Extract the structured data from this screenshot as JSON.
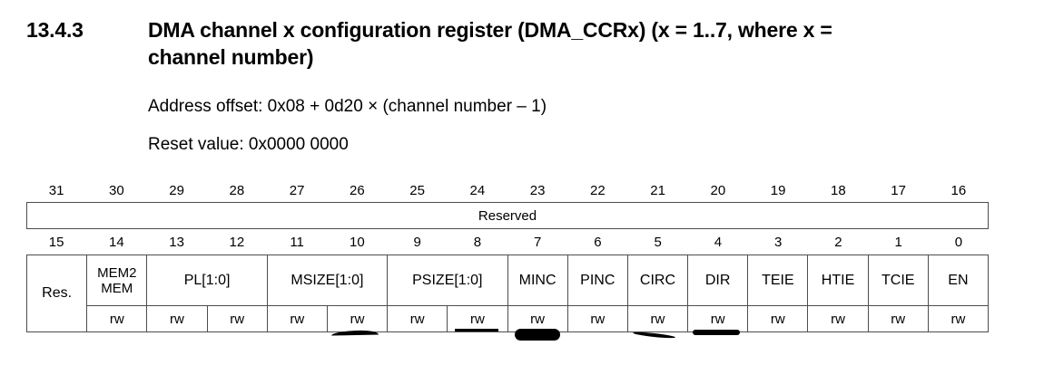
{
  "section": {
    "number": "13.4.3",
    "title": "DMA channel x configuration register (DMA_CCRx) (x = 1..7, where x = channel number)"
  },
  "details": {
    "address_offset": "Address offset: 0x08 + 0d20 × (channel number – 1)",
    "reset_value": "Reset value: 0x0000 0000"
  },
  "register": {
    "high_bits": [
      "31",
      "30",
      "29",
      "28",
      "27",
      "26",
      "25",
      "24",
      "23",
      "22",
      "21",
      "20",
      "19",
      "18",
      "17",
      "16"
    ],
    "low_bits": [
      "15",
      "14",
      "13",
      "12",
      "11",
      "10",
      "9",
      "8",
      "7",
      "6",
      "5",
      "4",
      "3",
      "2",
      "1",
      "0"
    ],
    "reserved_label": "Reserved",
    "fields": [
      {
        "name": "Res.",
        "span": 1,
        "access": []
      },
      {
        "name": "MEM2 MEM",
        "span": 1,
        "access": [
          "rw"
        ]
      },
      {
        "name": "PL[1:0]",
        "span": 2,
        "access": [
          "rw",
          "rw"
        ]
      },
      {
        "name": "MSIZE[1:0]",
        "span": 2,
        "access": [
          "rw",
          "rw"
        ]
      },
      {
        "name": "PSIZE[1:0]",
        "span": 2,
        "access": [
          "rw",
          "rw"
        ]
      },
      {
        "name": "MINC",
        "span": 1,
        "access": [
          "rw"
        ]
      },
      {
        "name": "PINC",
        "span": 1,
        "access": [
          "rw"
        ]
      },
      {
        "name": "CIRC",
        "span": 1,
        "access": [
          "rw"
        ]
      },
      {
        "name": "DIR",
        "span": 1,
        "access": [
          "rw"
        ]
      },
      {
        "name": "TEIE",
        "span": 1,
        "access": [
          "rw"
        ]
      },
      {
        "name": "HTIE",
        "span": 1,
        "access": [
          "rw"
        ]
      },
      {
        "name": "TCIE",
        "span": 1,
        "access": [
          "rw"
        ]
      },
      {
        "name": "EN",
        "span": 1,
        "access": [
          "rw"
        ]
      }
    ],
    "field_names_flat": {
      "res": "Res.",
      "mem2mem_line1": "MEM2",
      "mem2mem_line2": "MEM",
      "pl": "PL[1:0]",
      "msize": "MSIZE[1:0]",
      "psize": "PSIZE[1:0]",
      "minc": "MINC",
      "pinc": "PINC",
      "circ": "CIRC",
      "dir": "DIR",
      "teie": "TEIE",
      "htie": "HTIE",
      "tcie": "TCIE",
      "en": "EN"
    },
    "access_label": "rw",
    "annotations": [
      {
        "target_bit": "10",
        "style": "tapered-stroke"
      },
      {
        "target_bit": "8",
        "style": "ruled-line"
      },
      {
        "target_bit": "7",
        "style": "heavy-blob"
      },
      {
        "target_bit": "5",
        "style": "diagonal-stroke"
      },
      {
        "target_bit": "4",
        "style": "thick-bar"
      }
    ]
  }
}
